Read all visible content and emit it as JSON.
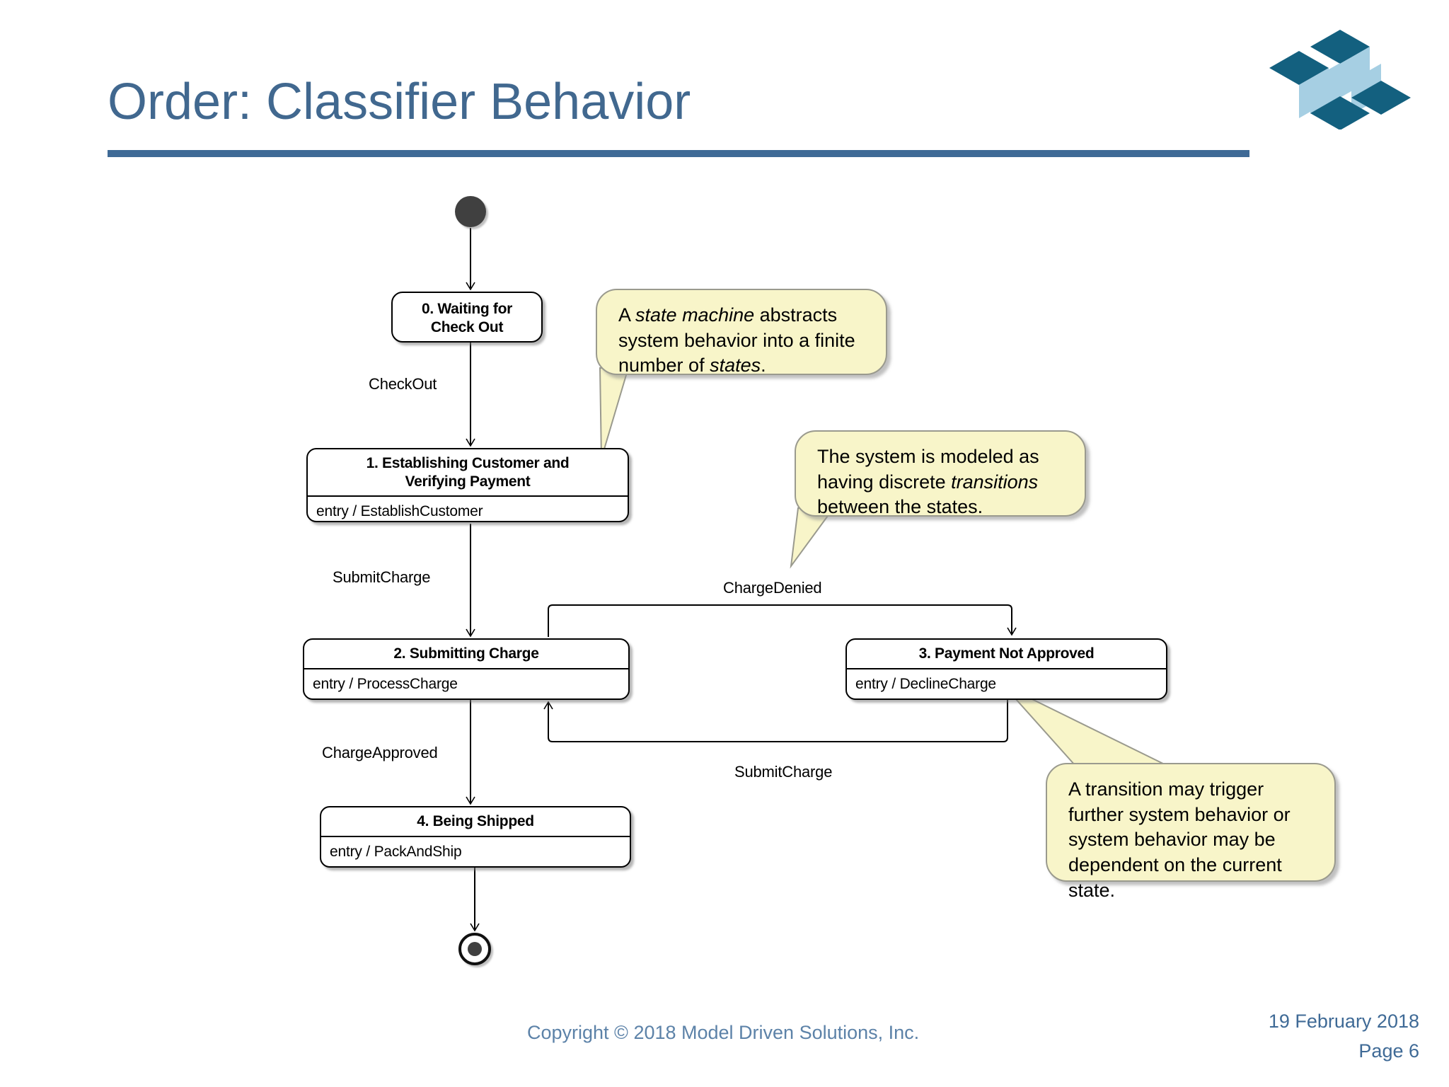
{
  "slide": {
    "title": "Order: Classifier Behavior",
    "accent_color": "#3F6A96",
    "title_color": "#41688F"
  },
  "logo": {
    "name": "model-driven-solutions-logo",
    "dark_color": "#13607F",
    "light_color": "#A6CFE3"
  },
  "diagram": {
    "type": "uml-state-machine",
    "states": [
      {
        "id": "state-0",
        "title": "0. Waiting for\nCheck Out",
        "title_line_1": "0. Waiting for",
        "title_line_2": "Check Out",
        "entry": ""
      },
      {
        "id": "state-1",
        "title_line_1": "1. Establishing Customer and",
        "title_line_2": "Verifying Payment",
        "entry": "entry / EstablishCustomer"
      },
      {
        "id": "state-2",
        "title_line_1": "2. Submitting Charge",
        "title_line_2": "",
        "entry": "entry / ProcessCharge"
      },
      {
        "id": "state-3",
        "title_line_1": "3. Payment Not Approved",
        "title_line_2": "",
        "entry": "entry / DeclineCharge"
      },
      {
        "id": "state-4",
        "title_line_1": "4. Being Shipped",
        "title_line_2": "",
        "entry": "entry / PackAndShip"
      }
    ],
    "transitions": [
      {
        "id": "t-initial",
        "label": "",
        "from": "initial",
        "to": "state-0"
      },
      {
        "id": "t-checkout",
        "label": "CheckOut",
        "from": "state-0",
        "to": "state-1"
      },
      {
        "id": "t-submitcharge-1",
        "label": "SubmitCharge",
        "from": "state-1",
        "to": "state-2"
      },
      {
        "id": "t-chargedenied",
        "label": "ChargeDenied",
        "from": "state-2",
        "to": "state-3"
      },
      {
        "id": "t-submitcharge-2",
        "label": "SubmitCharge",
        "from": "state-3",
        "to": "state-2"
      },
      {
        "id": "t-chargeapproved",
        "label": "ChargeApproved",
        "from": "state-2",
        "to": "state-4"
      },
      {
        "id": "t-final",
        "label": "",
        "from": "state-4",
        "to": "final"
      }
    ],
    "pseudostates": [
      {
        "id": "initial-state",
        "kind": "initial"
      },
      {
        "id": "final-state",
        "kind": "final"
      }
    ]
  },
  "callouts": [
    {
      "id": "callout-1",
      "segments": [
        {
          "text": "A ",
          "italic": false
        },
        {
          "text": "state machine",
          "italic": true
        },
        {
          "text": " abstracts system behavior into a finite number of ",
          "italic": false
        },
        {
          "text": "states",
          "italic": true
        },
        {
          "text": ".",
          "italic": false
        }
      ]
    },
    {
      "id": "callout-2",
      "segments": [
        {
          "text": "The system is modeled as having discrete ",
          "italic": false
        },
        {
          "text": "transitions",
          "italic": true
        },
        {
          "text": " between the states.",
          "italic": false
        }
      ]
    },
    {
      "id": "callout-3",
      "segments": [
        {
          "text": "A transition may trigger further system behavior or system behavior may be dependent on the current state.",
          "italic": false
        }
      ]
    }
  ],
  "footer": {
    "copyright": "Copyright © 2018 Model Driven Solutions, Inc.",
    "date": "19 February 2018",
    "page": "Page 6"
  }
}
